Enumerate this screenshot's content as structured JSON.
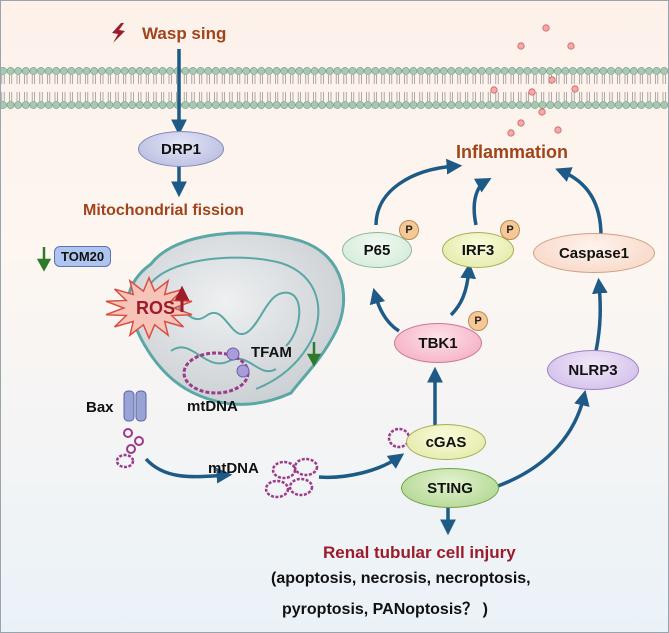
{
  "signal": "Wasp sing",
  "drp1": "DRP1",
  "mito_fission": "Mitochondrial fission",
  "tom20": "TOM20",
  "ros": "ROS",
  "tfam": "TFAM",
  "mtdna_inner": "mtDNA",
  "bax": "Bax",
  "mtdna_released": "mtDNA",
  "cgas": "cGAS",
  "sting": "STING",
  "tbk1": "TBK1",
  "p65": "P65",
  "irf3": "IRF3",
  "caspase1": "Caspase1",
  "nlrp3": "NLRP3",
  "phospho": "P",
  "inflammation": "Inflammation",
  "injury_title": "Renal tubular cell injury",
  "injury_line1": "(apoptosis, necrosis, necroptosis,",
  "injury_line2": "pyroptosis, PANoptosis？ )",
  "colors": {
    "arrow": "#1d5a86",
    "dark_red": "#9b1c2a",
    "brown": "#a0441c",
    "down_arrow": "#2f7a2a",
    "mito_teal": "#5aa7a6"
  }
}
